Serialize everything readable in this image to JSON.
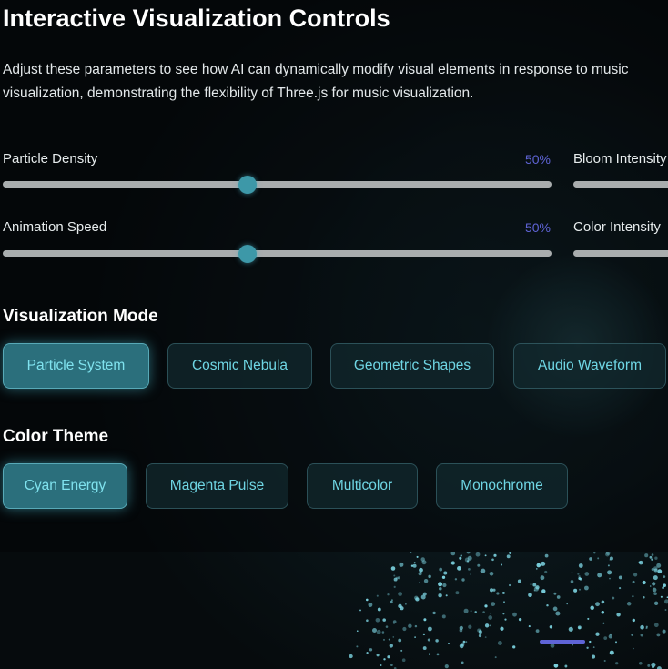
{
  "header": {
    "title": "Interactive Visualization Controls",
    "description": "Adjust these parameters to see how AI can dynamically modify visual elements in response to music visualization, demonstrating the flexibility of Three.js for music visualization."
  },
  "sliders": {
    "particle_density": {
      "label": "Particle Density",
      "value_text": "50%",
      "value": 0.5
    },
    "animation_speed": {
      "label": "Animation Speed",
      "value_text": "50%",
      "value": 0.5
    },
    "bloom_intensity": {
      "label": "Bloom Intensity"
    },
    "color_intensity": {
      "label": "Color Intensity"
    }
  },
  "visualization_mode": {
    "title": "Visualization Mode",
    "options": [
      "Particle System",
      "Cosmic Nebula",
      "Geometric Shapes",
      "Audio Waveform"
    ],
    "selected": "Particle System"
  },
  "color_theme": {
    "title": "Color Theme",
    "options": [
      "Cyan Energy",
      "Magenta Pulse",
      "Multicolor",
      "Monochrome"
    ],
    "selected": "Cyan Energy"
  },
  "colors": {
    "accent": "#3d98a8",
    "value_text": "#5f64d6",
    "button_text": "#6fd6e4",
    "particles": "#7fd8e6"
  }
}
